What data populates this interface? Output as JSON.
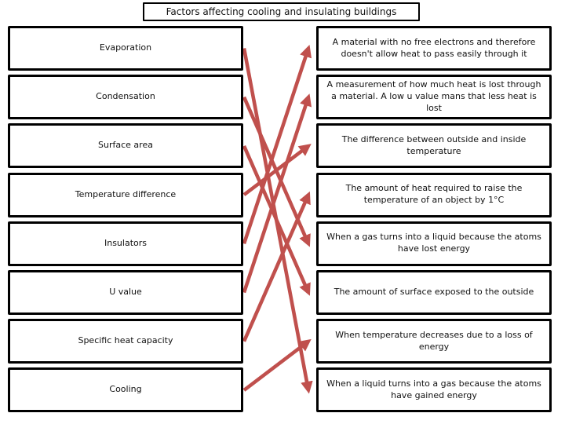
{
  "title": "Factors affecting cooling and insulating buildings",
  "arrow_color": "#c0504d",
  "box_border_color": "#000000",
  "terms": [
    "Evaporation",
    "Condensation",
    "Surface area",
    "Temperature difference",
    "Insulators",
    "U value",
    "Specific heat capacity",
    "Cooling"
  ],
  "definitions": [
    "A material with no free electrons and therefore doesn't allow heat to pass easily through it",
    "A measurement of how much heat is lost through a material. A low u value mans that less heat is lost",
    "The difference between outside and inside temperature",
    "The amount of heat required to raise the temperature of an object by 1°C",
    "When a gas turns into a liquid because the atoms have lost energy",
    "The amount of surface exposed to the outside",
    "When temperature decreases due to a loss of energy",
    "When a liquid turns into a gas because the atoms have gained energy"
  ],
  "connections": [
    {
      "from_term": 0,
      "to_definition": 7
    },
    {
      "from_term": 1,
      "to_definition": 4
    },
    {
      "from_term": 2,
      "to_definition": 5
    },
    {
      "from_term": 3,
      "to_definition": 2
    },
    {
      "from_term": 4,
      "to_definition": 0
    },
    {
      "from_term": 5,
      "to_definition": 1
    },
    {
      "from_term": 6,
      "to_definition": 3
    },
    {
      "from_term": 7,
      "to_definition": 6
    }
  ]
}
